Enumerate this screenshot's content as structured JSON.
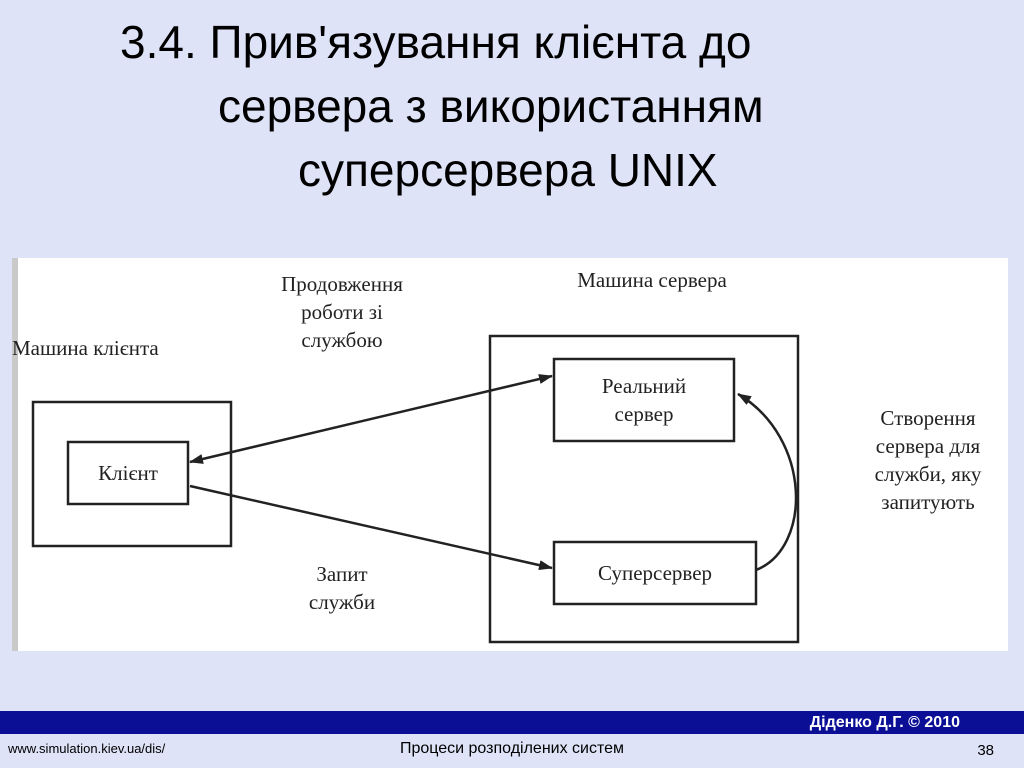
{
  "slide": {
    "title_lines": [
      "3.4. Прив'язування клієнта до",
      "сервера з використанням",
      "суперсервера UNIX"
    ]
  },
  "diagram": {
    "client_machine_label": "Машина клієнта",
    "client_box": "Клієнт",
    "server_machine_label": "Машина сервера",
    "real_server_box": "Реальний\nсервер",
    "superserver_box": "Суперсервер",
    "continue_label": "Продовження\nроботи зі\nслужбою",
    "request_label": "Запит\nслужби",
    "create_label": "Створення\nсервера для\nслужби, яку\nзапитують"
  },
  "footer": {
    "author": "Діденко Д.Г. © 2010",
    "url": "www.simulation.kiev.ua/dis/",
    "course": "Процеси розподілених систем",
    "page": "38"
  },
  "colors": {
    "background": "#dfe3f7",
    "footer_bar": "#0a0f96",
    "diagram_ink": "#222222"
  }
}
